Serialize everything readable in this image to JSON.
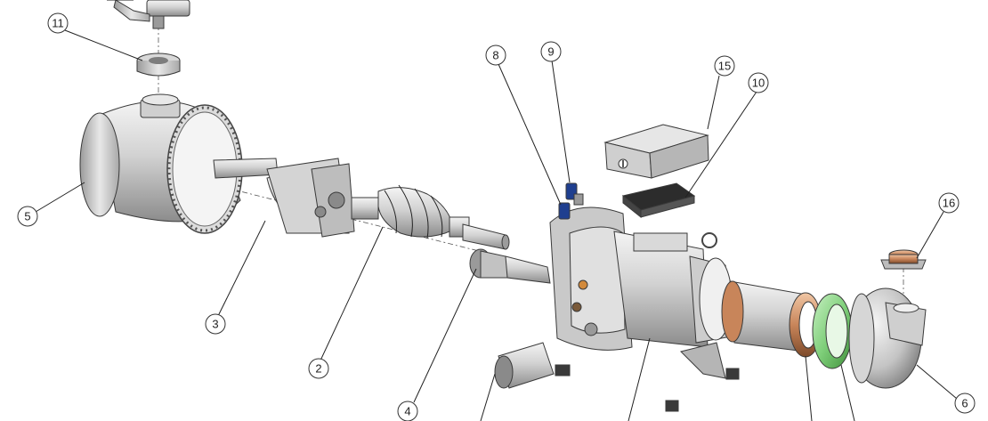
{
  "balloons": {
    "b1": "11",
    "b2": "8",
    "b3": "9",
    "b4": "15",
    "b5": "10",
    "b6": "5",
    "b7": "16",
    "b8": "3",
    "b9": "2",
    "b10": "4",
    "b11": "6"
  },
  "colors": {
    "metal_light": "#e6e6e6",
    "metal_mid": "#b9b9b9",
    "metal_dark": "#7d7d7d",
    "copper": "#c8855a",
    "green_gasket": "#7fcf7a",
    "valve_blue": "#1f3f8f",
    "line": "#222222"
  }
}
